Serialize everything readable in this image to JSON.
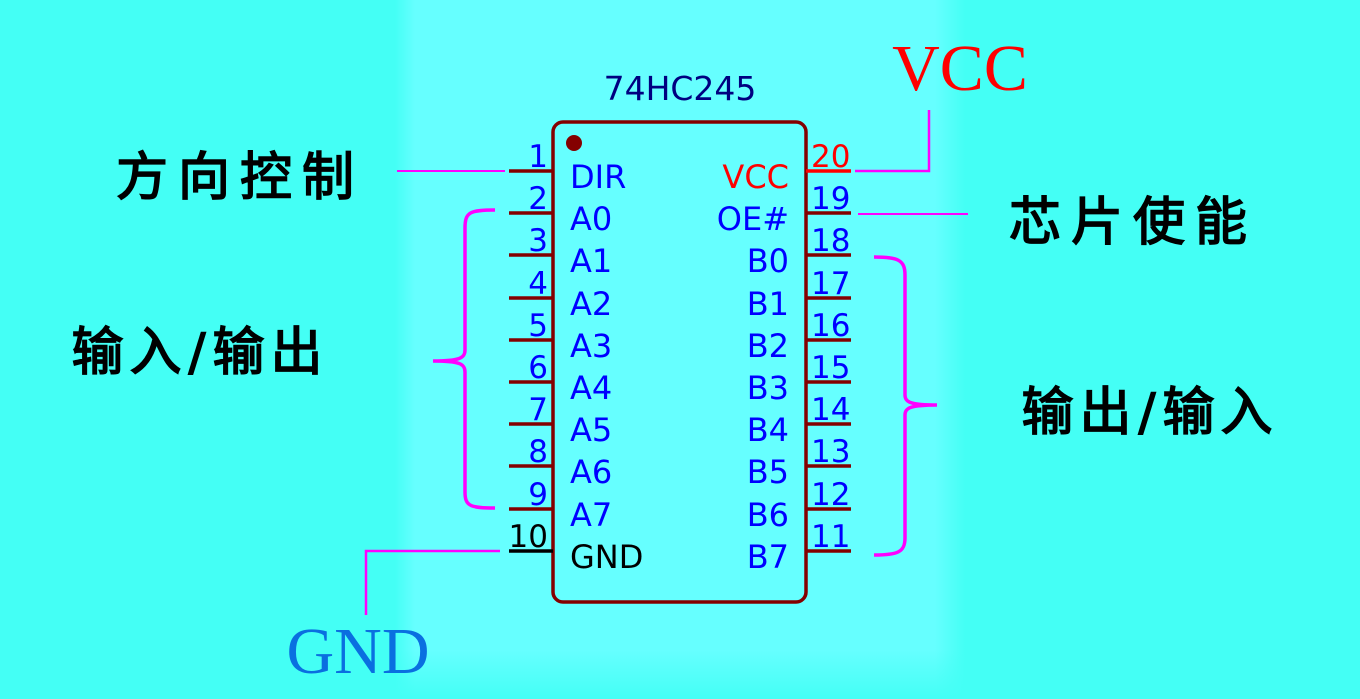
{
  "chip": {
    "part_number": "74HC245",
    "left_pins": [
      {
        "num": "1",
        "name": "DIR"
      },
      {
        "num": "2",
        "name": "A0"
      },
      {
        "num": "3",
        "name": "A1"
      },
      {
        "num": "4",
        "name": "A2"
      },
      {
        "num": "5",
        "name": "A3"
      },
      {
        "num": "6",
        "name": "A4"
      },
      {
        "num": "7",
        "name": "A5"
      },
      {
        "num": "8",
        "name": "A6"
      },
      {
        "num": "9",
        "name": "A7"
      },
      {
        "num": "10",
        "name": "GND"
      }
    ],
    "right_pins": [
      {
        "num": "20",
        "name": "VCC"
      },
      {
        "num": "19",
        "name": "OE#"
      },
      {
        "num": "18",
        "name": "B0"
      },
      {
        "num": "17",
        "name": "B1"
      },
      {
        "num": "16",
        "name": "B2"
      },
      {
        "num": "15",
        "name": "B3"
      },
      {
        "num": "14",
        "name": "B4"
      },
      {
        "num": "13",
        "name": "B5"
      },
      {
        "num": "12",
        "name": "B6"
      },
      {
        "num": "11",
        "name": "B7"
      }
    ]
  },
  "annotations": {
    "direction_control": "方向控制",
    "chip_enable": "芯片使能",
    "left_io": "输入/输出",
    "right_io": "输出/输入",
    "vcc": "VCC",
    "gnd": "GND"
  },
  "colors": {
    "background": "#44FFF5",
    "panel": "#66FFFF",
    "chip_outline": "#840000",
    "pin_text": "#0000FF",
    "vcc": "#FF0000",
    "gnd_label": "#0A6FE0",
    "gnd_pin": "#000000",
    "connector": "#FF00FF",
    "part_number": "#000080"
  }
}
